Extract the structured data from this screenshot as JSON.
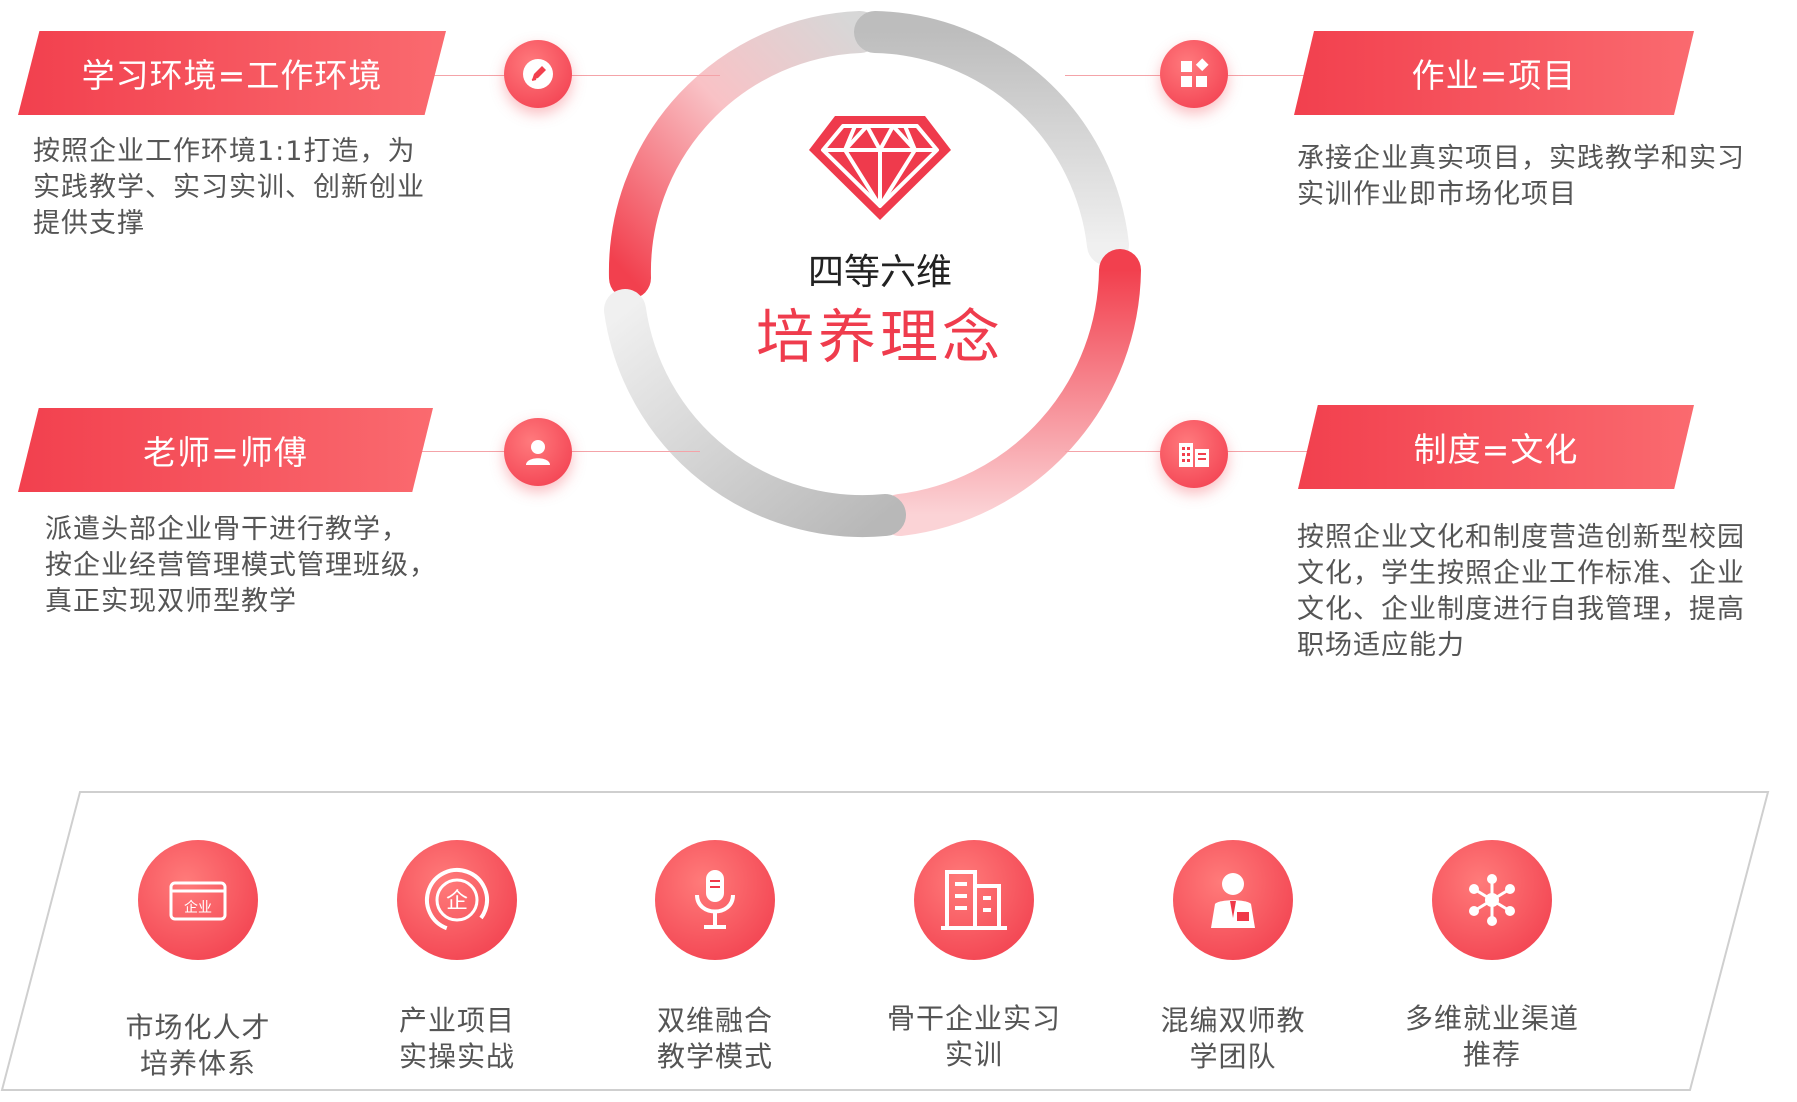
{
  "center": {
    "subtitle": "四等六维",
    "title": "培养理念"
  },
  "pillars": [
    {
      "title": "学习环境=工作环境",
      "desc": "按照企业工作环境1:1打造，为\n实践教学、实习实训、创新创业\n提供支撑",
      "icon": "pen-icon"
    },
    {
      "title": "作业=项目",
      "desc": "承接企业真实项目，实践教学和实习\n实训作业即市场化项目",
      "icon": "grid-icon"
    },
    {
      "title": "老师=师傅",
      "desc": "派遣头部企业骨干进行教学，\n按企业经营管理模式管理班级，\n真正实现双师型教学",
      "icon": "user-icon"
    },
    {
      "title": "制度=文化",
      "desc": "按照企业文化和制度营造创新型校园\n文化，学生按照企业工作标准、企业\n文化、企业制度进行自我管理，提高\n职场适应能力",
      "icon": "building-icon"
    }
  ],
  "features": [
    {
      "label": "市场化人才\n培养体系",
      "icon": "enterprise-card-icon",
      "icon_text": "企业"
    },
    {
      "label": "产业项目\n实操实战",
      "icon": "enterprise-seal-icon",
      "icon_text": "企"
    },
    {
      "label": "双维融合\n教学模式",
      "icon": "microphone-icon"
    },
    {
      "label": "骨干企业实习\n实训",
      "icon": "office-building-icon"
    },
    {
      "label": "混编双师教\n学团队",
      "icon": "teacher-icon"
    },
    {
      "label": "多维就业渠道\n推荐",
      "icon": "network-icon"
    }
  ],
  "colors": {
    "accent": "#f2404e",
    "ring_gray": "#c9c9c9",
    "text": "#555555"
  }
}
